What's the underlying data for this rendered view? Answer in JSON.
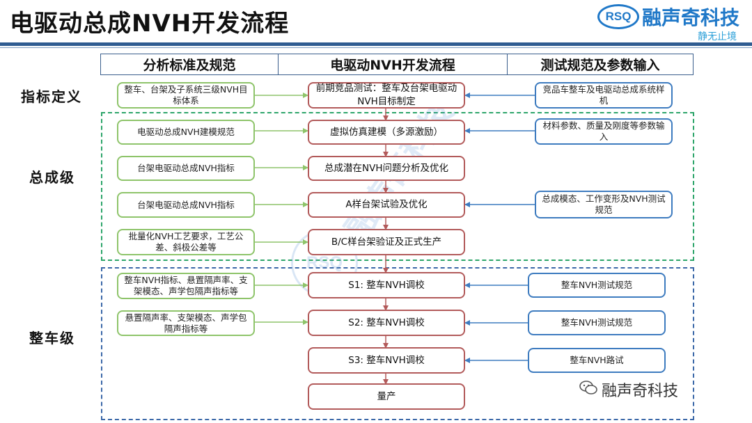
{
  "slide": {
    "title": "电驱动总成NVH开发流程"
  },
  "logo": {
    "badge": "RSQ",
    "name": "融声奇科技",
    "slogan": "静无止境"
  },
  "watermark": {
    "badge": "RSQ",
    "name": "融声奇科技"
  },
  "footer": {
    "account": "融声奇科技"
  },
  "columns": {
    "left": "分析标准及规范",
    "center": "电驱动NVH开发流程",
    "right": "测试规范及参数输入"
  },
  "row_labels": {
    "target": "指标定义",
    "assembly": "总成级",
    "vehicle": "整车级"
  },
  "left_boxes": [
    "整车、台架及子系统三级NVH目标体系",
    "电驱动总成NVH建模规范",
    "台架电驱动总成NVH指标",
    "台架电驱动总成NVH指标",
    "批量化NVH工艺要求，工艺公差、斜极公差等",
    "整车NVH指标、悬置隔声率、支架模态、声学包隔声指标等",
    "悬置隔声率、支架模态、声学包隔声指标等"
  ],
  "center_boxes": [
    "前期竞品测试：整车及台架电驱动NVH目标制定",
    "虚拟仿真建模（多源激励）",
    "总成潜在NVH问题分析及优化",
    "A样台架试验及优化",
    "B/C样台架验证及正式生产",
    "S1: 整车NVH调校",
    "S2: 整车NVH调校",
    "S3: 整车NVH调校",
    "量产"
  ],
  "right_boxes": [
    "竞品车整车及电驱动总成系统样机",
    "材料参数、质量及刚度等参数输入",
    "总成模态、工作变形及NVH测试规范",
    "整车NVH测试规范",
    "整车NVH测试规范",
    "整车NVH路试"
  ],
  "colors": {
    "accent_bar": "#2f5c91",
    "left_box_border": "#8ec46a",
    "center_box_border": "#b25a5a",
    "right_box_border": "#3d7bbf",
    "assembly_dash": "#2da56a",
    "vehicle_dash": "#3b68a8"
  }
}
